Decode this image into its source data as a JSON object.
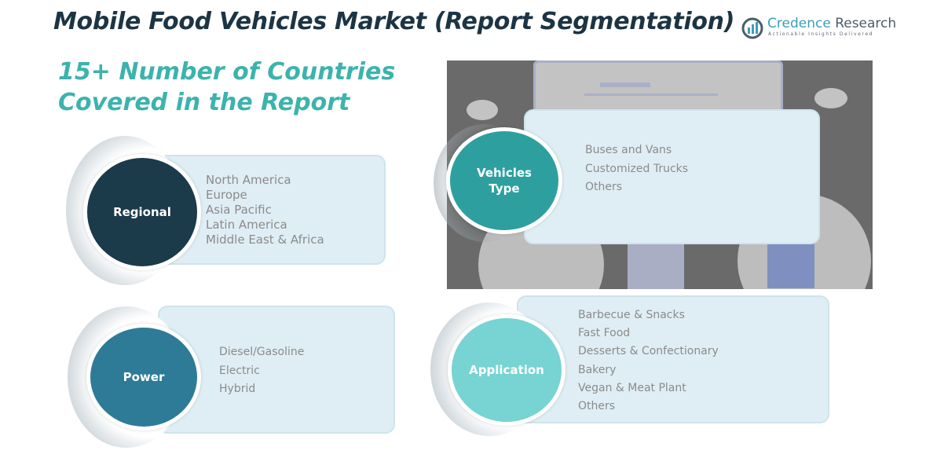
{
  "header": {
    "title": "Mobile Food Vehicles Market (Report Segmentation)",
    "logo": {
      "name_part1": "Credence",
      "name_part2": "Research",
      "tagline": "Actionable Insights Delivered"
    }
  },
  "subtitle": {
    "line1": "15+ Number of Countries",
    "line2": "Covered in the Report"
  },
  "segments": {
    "regional": {
      "label": "Regional",
      "color": "#1b3a4a",
      "items": [
        "North America",
        "Europe",
        "Asia Pacific",
        "Latin America",
        "Middle East & Africa"
      ]
    },
    "vehicles": {
      "label1": "Vehicles",
      "label2": "Type",
      "color": "#2e9f9f",
      "items": [
        "Buses and Vans",
        "Customized Trucks",
        "Others"
      ]
    },
    "power": {
      "label": "Power",
      "color": "#2e7b97",
      "items": [
        "Diesel/Gasoline",
        "Electric",
        "Hybrid"
      ]
    },
    "application": {
      "label": "Application",
      "color": "#78d3d3",
      "items": [
        "Barbecue & Snacks",
        "Fast Food",
        "Desserts & Confectionary",
        "Bakery",
        "Vegan & Meat Plant",
        "Others"
      ]
    }
  }
}
